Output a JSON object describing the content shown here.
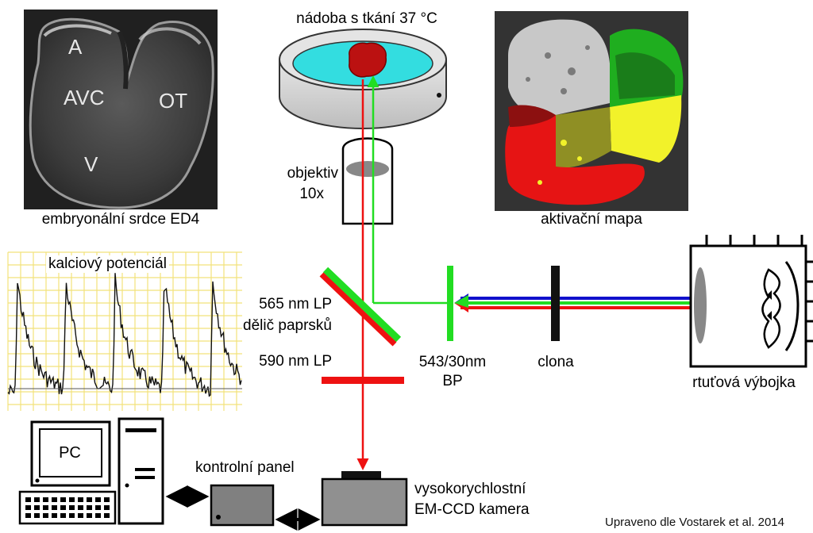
{
  "labels": {
    "tissue_dish": "nádoba s tkání 37 °C",
    "objective_line1": "objektiv",
    "objective_line2": "10x",
    "beamsplitter_line1": "565 nm LP",
    "beamsplitter_line2": "dělič paprsků",
    "emission_filter": "590 nm LP",
    "excitation_filter_line1": "543/30nm",
    "excitation_filter_line2": "BP",
    "aperture": "clona",
    "lamp": "rtuťová výbojka",
    "embryonic_heart": "embryonální srdce ED4",
    "activation_map": "aktivační mapa",
    "calcium_potential": "kalciový potenciál",
    "pc": "PC",
    "control_panel": "kontrolní panel",
    "camera_line1": "vysokorychlostní",
    "camera_line2": "EM-CCD kamera",
    "credit": "Upraveno dle Vostarek et al. 2014"
  },
  "heart_regions": {
    "atrium": "A",
    "av_canal": "AVC",
    "outflow_tract": "OT",
    "ventricle": "V"
  },
  "colors": {
    "excitation_green": "#22dd22",
    "emission_red": "#ee1111",
    "blue_light": "#1111cc",
    "dish_liquid": "#33dde0",
    "tissue": "#bb1111",
    "grid": "#f2e27a",
    "activation_gray": "#c8c8c8",
    "activation_green": "#1fae1f",
    "activation_dark_green": "#1a7d1a",
    "activation_yellow": "#f2f22a",
    "activation_olive": "#8f8f24",
    "activation_red": "#e61414",
    "activation_dark_red": "#8c1010"
  }
}
